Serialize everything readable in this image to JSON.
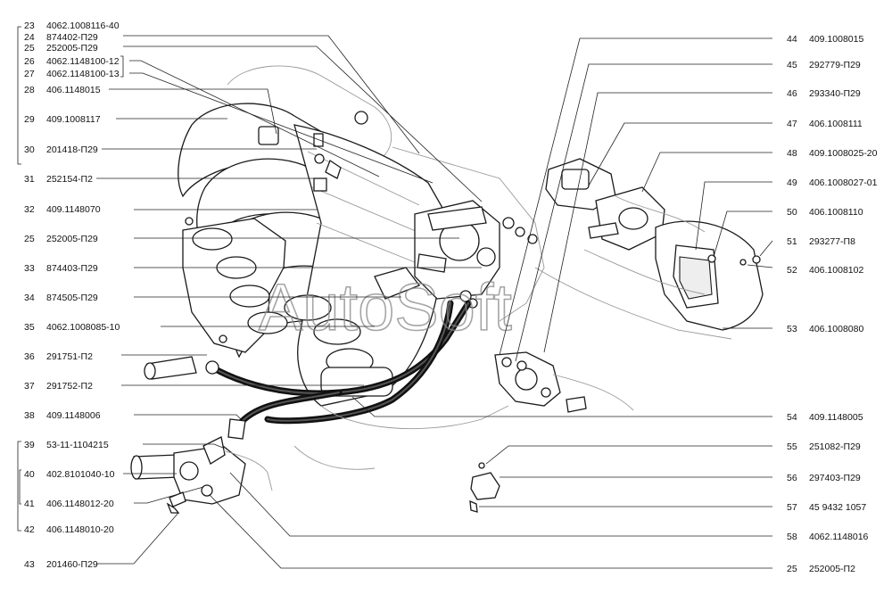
{
  "watermark": "AutoSoft",
  "callouts_left": [
    {
      "num": "23",
      "part": "4062.1008116-40"
    },
    {
      "num": "24",
      "part": "874402-П29"
    },
    {
      "num": "25",
      "part": "252005-П29"
    },
    {
      "num": "26",
      "part": "4062.1148100-12"
    },
    {
      "num": "27",
      "part": "4062.1148100-13"
    },
    {
      "num": "28",
      "part": "406.1148015"
    },
    {
      "num": "29",
      "part": "409.1008117"
    },
    {
      "num": "30",
      "part": "201418-П29"
    },
    {
      "num": "31",
      "part": "252154-П2"
    },
    {
      "num": "32",
      "part": "409.1148070"
    },
    {
      "num": "25",
      "part": "252005-П29"
    },
    {
      "num": "33",
      "part": "874403-П29"
    },
    {
      "num": "34",
      "part": "874505-П29"
    },
    {
      "num": "35",
      "part": "4062.1008085-10"
    },
    {
      "num": "36",
      "part": "291751-П2"
    },
    {
      "num": "37",
      "part": "291752-П2"
    },
    {
      "num": "38",
      "part": "409.1148006"
    },
    {
      "num": "39",
      "part": "53-11-1104215"
    },
    {
      "num": "40",
      "part": "402.8101040-10"
    },
    {
      "num": "41",
      "part": "406.1148012-20"
    },
    {
      "num": "42",
      "part": "406.1148010-20"
    },
    {
      "num": "43",
      "part": "201460-П29"
    }
  ],
  "callouts_right": [
    {
      "num": "44",
      "part": "409.1008015"
    },
    {
      "num": "45",
      "part": "292779-П29"
    },
    {
      "num": "46",
      "part": "293340-П29"
    },
    {
      "num": "47",
      "part": "406.1008111"
    },
    {
      "num": "48",
      "part": "409.1008025-20"
    },
    {
      "num": "49",
      "part": "406.1008027-01"
    },
    {
      "num": "50",
      "part": "406.1008110"
    },
    {
      "num": "51",
      "part": "293277-П8"
    },
    {
      "num": "52",
      "part": "406.1008102"
    },
    {
      "num": "53",
      "part": "406.1008080"
    },
    {
      "num": "54",
      "part": "409.1148005"
    },
    {
      "num": "55",
      "part": "251082-П29"
    },
    {
      "num": "56",
      "part": "297403-П29"
    },
    {
      "num": "57",
      "part": "45 9432 1057"
    },
    {
      "num": "58",
      "part": "4062.1148016"
    },
    {
      "num": "25",
      "part": "252005-П2"
    }
  ]
}
